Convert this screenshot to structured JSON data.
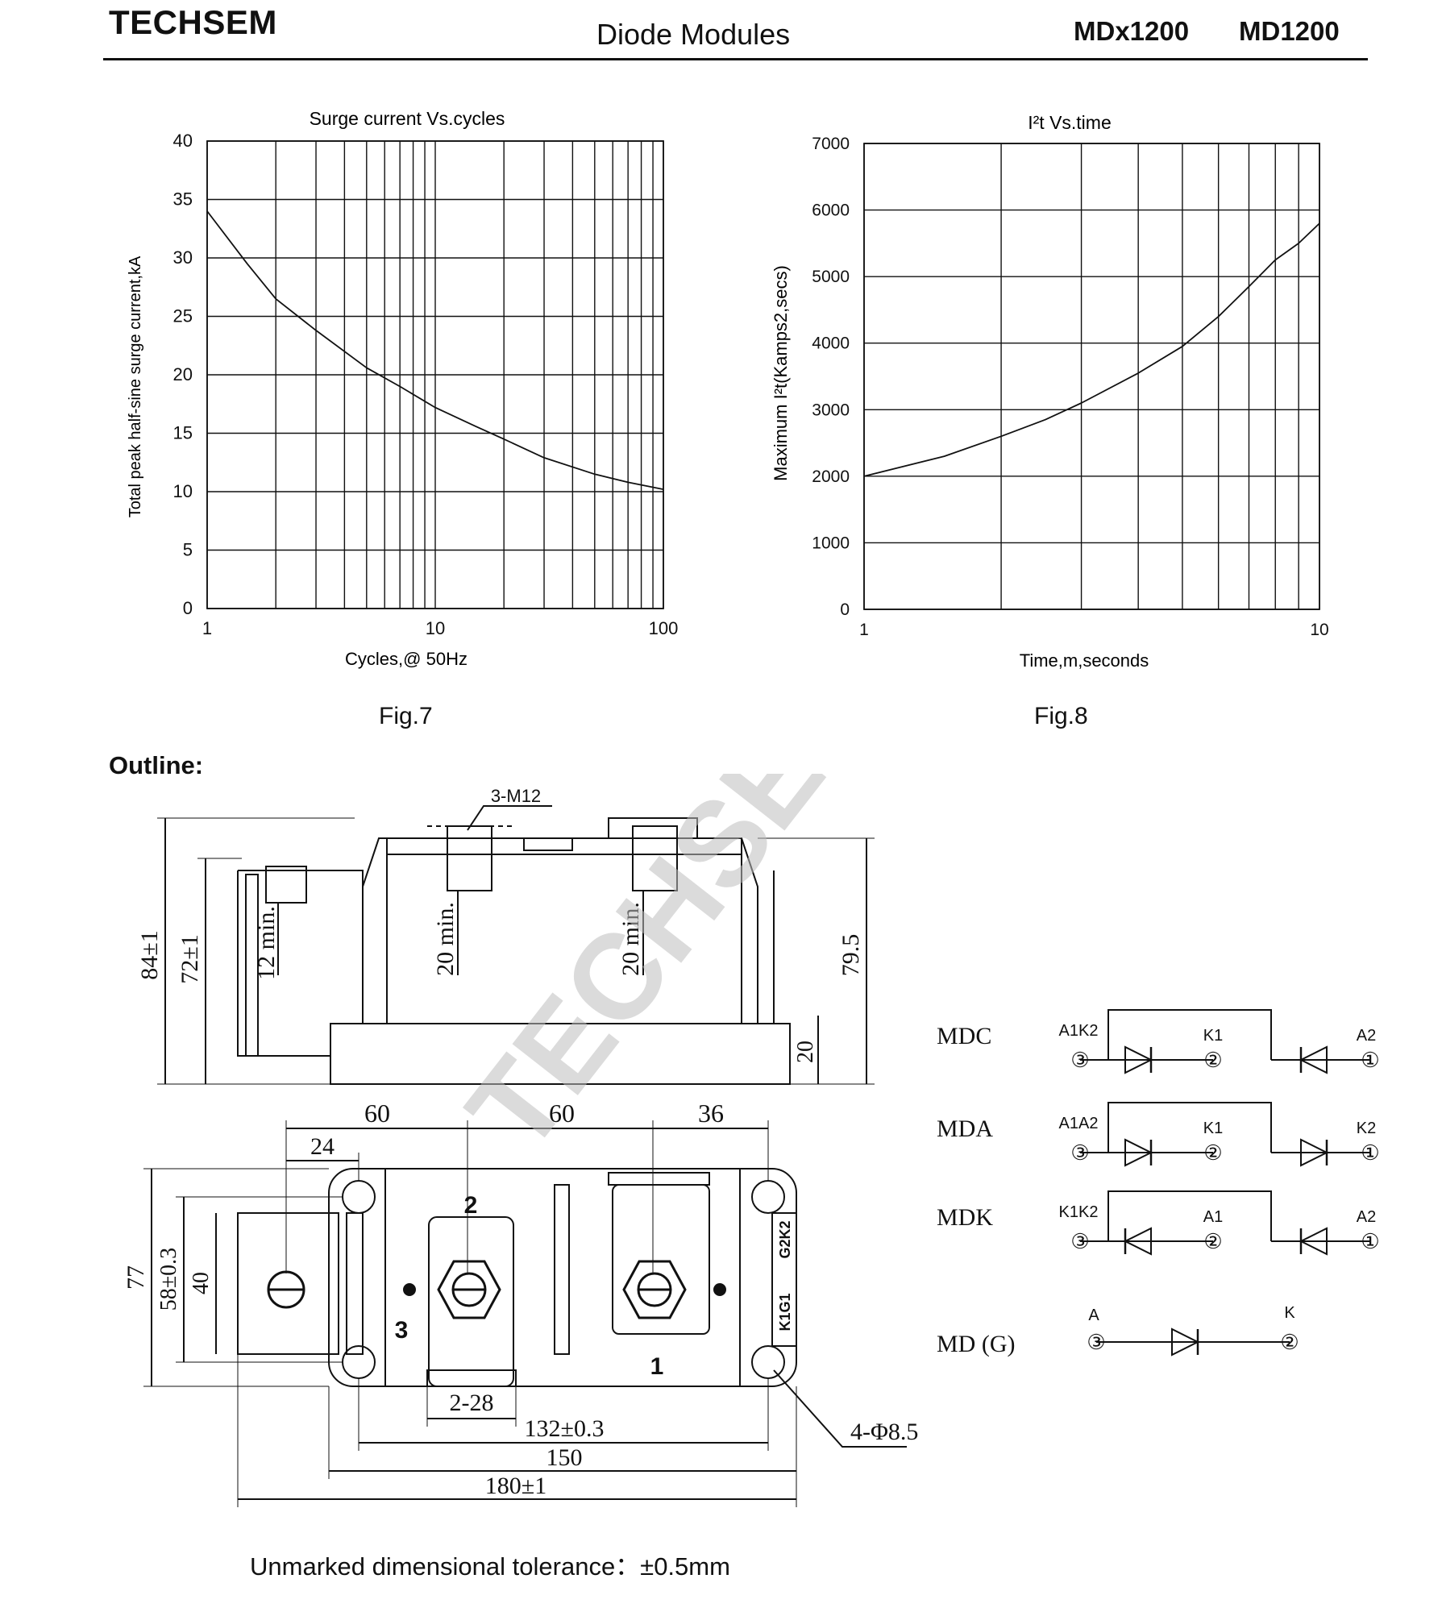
{
  "header": {
    "brand": "TECHSEM",
    "title": "Diode Modules",
    "model_primary": "MDx1200",
    "model_secondary": "MD1200"
  },
  "watermark": "TECHSEM",
  "chart_data": [
    {
      "type": "line",
      "title": "Surge current  Vs.cycles",
      "xlabel": "Cycles,@ 50Hz",
      "ylabel": "Total peak half-sine  surge current,kA",
      "x_scale": "log",
      "xlim": [
        1,
        100
      ],
      "ylim": [
        0,
        40
      ],
      "x_ticks": [
        "1",
        "10",
        "100"
      ],
      "y_ticks": [
        "0",
        "5",
        "10",
        "15",
        "20",
        "25",
        "30",
        "35",
        "40"
      ],
      "grid": true,
      "series": [
        {
          "x": [
            1,
            1.5,
            2,
            3,
            5,
            7,
            10,
            15,
            20,
            30,
            50,
            70,
            100
          ],
          "y": [
            34,
            29.5,
            26.5,
            23.8,
            20.6,
            19,
            17.2,
            15.6,
            14.5,
            12.9,
            11.5,
            10.8,
            10.2
          ]
        }
      ],
      "caption": "Fig.7"
    },
    {
      "type": "line",
      "title": "I²t  Vs.time",
      "xlabel": "Time,m,seconds",
      "ylabel": "Maximum I²t(Kamps2,secs)",
      "x_scale": "log",
      "xlim": [
        1,
        10
      ],
      "ylim": [
        0,
        7000
      ],
      "x_ticks": [
        "1",
        "10"
      ],
      "y_ticks": [
        "0",
        "1000",
        "2000",
        "3000",
        "4000",
        "5000",
        "6000",
        "7000"
      ],
      "grid": true,
      "series": [
        {
          "x": [
            1,
            1.5,
            2,
            2.5,
            3,
            4,
            5,
            6,
            7,
            8,
            9,
            10
          ],
          "y": [
            2000,
            2300,
            2600,
            2850,
            3100,
            3550,
            3950,
            4400,
            4850,
            5250,
            5500,
            5800
          ]
        }
      ],
      "caption": "Fig.8"
    }
  ],
  "outline": {
    "heading": "Outline:",
    "thread_label": "3-M12",
    "side_view": {
      "height_total": "84±1",
      "height_body": "72±1",
      "height_right": "79.5",
      "base_height": "20",
      "min_12": "12 min.",
      "min_20a": "20 min.",
      "min_20b": "20 min."
    },
    "top_view": {
      "dim_60a": "60",
      "dim_60b": "60",
      "dim_36": "36",
      "dim_24": "24",
      "dim_77": "77",
      "dim_58": "58±0.3",
      "dim_40": "40",
      "dim_2_28": "2-28",
      "dim_132": "132±0.3",
      "dim_150": "150",
      "dim_180": "180±1",
      "holes": "4-Φ8.5",
      "terminal_1": "1",
      "terminal_2": "2",
      "terminal_3": "3",
      "label_g2k2": "G2K2",
      "label_k1g1": "K1G1"
    },
    "tolerance": "Unmarked dimensional tolerance：±0.5mm"
  },
  "schematics": [
    {
      "name": "MDC",
      "left": "A1K2",
      "mid": "K1",
      "right": "A2",
      "left_num": "③",
      "mid_num": "②",
      "right_num": "①"
    },
    {
      "name": "MDA",
      "left": "A1A2",
      "mid": "K1",
      "right": "K2",
      "left_num": "③",
      "mid_num": "②",
      "right_num": "①"
    },
    {
      "name": "MDK",
      "left": "K1K2",
      "mid": "A1",
      "right": "A2",
      "left_num": "③",
      "mid_num": "②",
      "right_num": "①"
    },
    {
      "name": "MD (G)",
      "left": "A",
      "right": "K",
      "left_num": "③",
      "right_num": "②"
    }
  ]
}
